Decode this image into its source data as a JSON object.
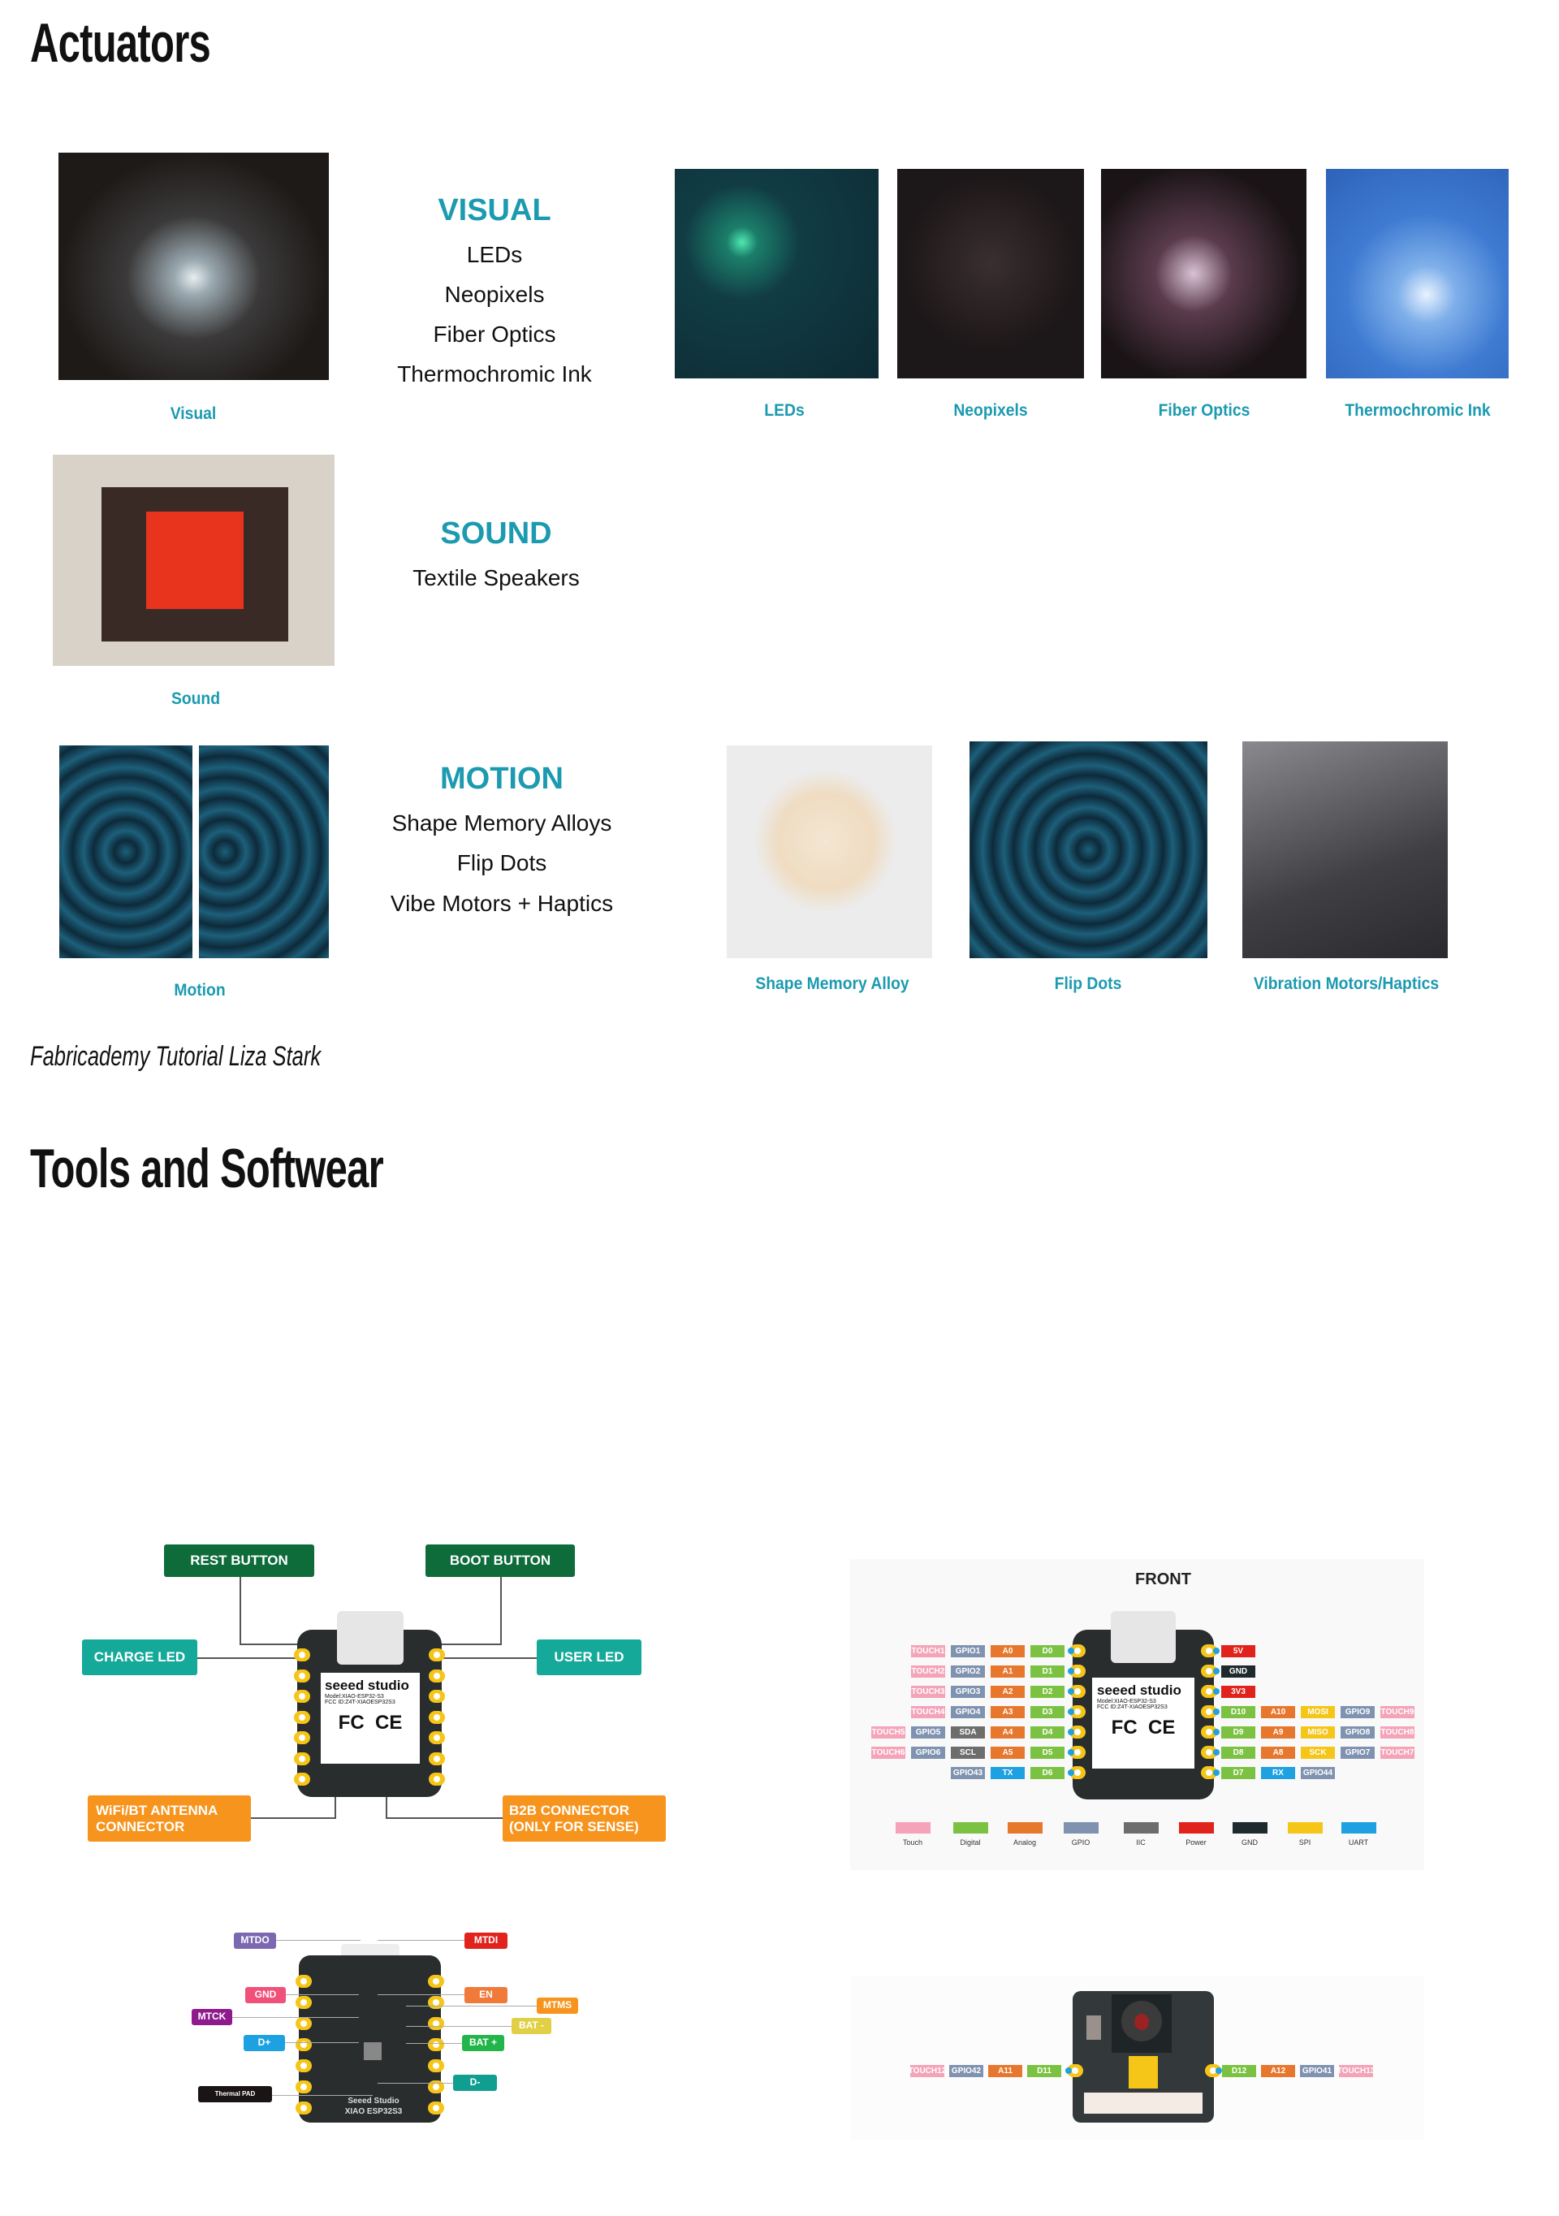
{
  "section1": {
    "title": "Actuators",
    "visual": {
      "heading": "VISUAL",
      "items": [
        "LEDs",
        "Neopixels",
        "Fiber Optics",
        "Thermochromic Ink"
      ],
      "caption": "Visual",
      "gallery": [
        "LEDs",
        "Neopixels",
        "Fiber Optics",
        "Thermochromic Ink"
      ]
    },
    "sound": {
      "heading": "SOUND",
      "items": [
        "Textile Speakers"
      ],
      "caption": "Sound"
    },
    "motion": {
      "heading": "MOTION",
      "items": [
        "Shape Memory Alloys",
        "Flip Dots",
        "Vibe Motors + Haptics"
      ],
      "caption": "Motion",
      "gallery": [
        "Shape Memory Alloy",
        "Flip Dots",
        "Vibration Motors/Haptics"
      ]
    },
    "credit": "Fabricademy Tutorial Liza Stark"
  },
  "section2": {
    "title": "Tools and Softwear",
    "board_top": {
      "rest": "REST BUTTON",
      "boot": "BOOT BUTTON",
      "charge": "CHARGE LED",
      "user": "USER LED",
      "wifi": "WiFi/BT ANTENNA CONNECTOR",
      "b2b": "B2B CONNECTOR (ONLY FOR SENSE)",
      "brand": "seeed studio",
      "model": "Model:XIAO-ESP32-S3",
      "fcc": "FCC ID:Z4T-XIAOESP32S3",
      "marks": "FC  CE"
    },
    "pinout_front": {
      "title": "FRONT",
      "brand": "seeed studio",
      "rows": [
        {
          "left": [
            [
              "TOUCH1",
              "touch"
            ],
            [
              "GPIO1",
              "gpio"
            ],
            [
              "A0",
              "analog"
            ],
            [
              "D0",
              "digital"
            ]
          ],
          "right": [
            [
              "5V",
              "power"
            ]
          ]
        },
        {
          "left": [
            [
              "TOUCH2",
              "touch"
            ],
            [
              "GPIO2",
              "gpio"
            ],
            [
              "A1",
              "analog"
            ],
            [
              "D1",
              "digital"
            ]
          ],
          "right": [
            [
              "GND",
              "gnd"
            ]
          ]
        },
        {
          "left": [
            [
              "TOUCH3",
              "touch"
            ],
            [
              "GPIO3",
              "gpio"
            ],
            [
              "A2",
              "analog"
            ],
            [
              "D2",
              "digital"
            ]
          ],
          "right": [
            [
              "3V3",
              "power"
            ]
          ]
        },
        {
          "left": [
            [
              "TOUCH4",
              "touch"
            ],
            [
              "GPIO4",
              "gpio"
            ],
            [
              "A3",
              "analog"
            ],
            [
              "D3",
              "digital"
            ]
          ],
          "right": [
            [
              "D10",
              "digital"
            ],
            [
              "A10",
              "analog"
            ],
            [
              "MOSI",
              "spi"
            ],
            [
              "GPIO9",
              "gpio"
            ],
            [
              "TOUCH9",
              "touch"
            ]
          ]
        },
        {
          "left": [
            [
              "TOUCH5",
              "touch"
            ],
            [
              "GPIO5",
              "gpio"
            ],
            [
              "SDA",
              "iic"
            ],
            [
              "A4",
              "analog"
            ],
            [
              "D4",
              "digital"
            ]
          ],
          "right": [
            [
              "D9",
              "digital"
            ],
            [
              "A9",
              "analog"
            ],
            [
              "MISO",
              "spi"
            ],
            [
              "GPIO8",
              "gpio"
            ],
            [
              "TOUCH8",
              "touch"
            ]
          ]
        },
        {
          "left": [
            [
              "TOUCH6",
              "touch"
            ],
            [
              "GPIO6",
              "gpio"
            ],
            [
              "SCL",
              "iic"
            ],
            [
              "A5",
              "analog"
            ],
            [
              "D5",
              "digital"
            ]
          ],
          "right": [
            [
              "D8",
              "digital"
            ],
            [
              "A8",
              "analog"
            ],
            [
              "SCK",
              "spi"
            ],
            [
              "GPIO7",
              "gpio"
            ],
            [
              "TOUCH7",
              "touch"
            ]
          ]
        },
        {
          "left": [
            [
              "GPIO43",
              "gpio"
            ],
            [
              "TX",
              "uart"
            ],
            [
              "D6",
              "digital"
            ]
          ],
          "right": [
            [
              "D7",
              "digital"
            ],
            [
              "RX",
              "uart"
            ],
            [
              "GPIO44",
              "gpio"
            ]
          ]
        }
      ],
      "legend": [
        [
          "Touch",
          "touch"
        ],
        [
          "Digital",
          "digital"
        ],
        [
          "Analog",
          "analog"
        ],
        [
          "GPIO",
          "gpio"
        ],
        [
          "IIC",
          "iic"
        ],
        [
          "Power",
          "power"
        ],
        [
          "GND",
          "gnd"
        ],
        [
          "SPI",
          "spi"
        ],
        [
          "UART",
          "uart"
        ]
      ]
    },
    "pinout_back": {
      "labels": {
        "mtdo": "MTDO",
        "mtdi": "MTDI",
        "gnd": "GND",
        "en": "EN",
        "mtms": "MTMS",
        "mtck": "MTCK",
        "batm": "BAT -",
        "dp": "D+",
        "batp": "BAT +",
        "dm": "D-",
        "thermal": "Thermal PAD"
      },
      "board_text": [
        "Seeed Studio",
        "XIAO ESP32S3"
      ]
    },
    "pinout_camera": {
      "left": [
        [
          "TOUCH12",
          "touch"
        ],
        [
          "GPIO42",
          "gpio"
        ],
        [
          "A11",
          "analog"
        ],
        [
          "D11",
          "digital"
        ]
      ],
      "right": [
        [
          "D12",
          "digital"
        ],
        [
          "A12",
          "analog"
        ],
        [
          "GPIO41",
          "gpio"
        ],
        [
          "TOUCH13",
          "touch"
        ]
      ]
    }
  },
  "colors": {
    "accent": "#1b9ab0",
    "touch": "#f4a3b8",
    "gpio": "#7f93b0",
    "analog": "#e8772e",
    "digital": "#7cc242",
    "iic": "#6d6d6d",
    "power": "#e0231c",
    "gnd": "#1f2a2e",
    "spi": "#f5c518",
    "uart": "#1ea1e0",
    "rest": "#0e6b3a",
    "charge": "#15a99a",
    "wifi": "#f7941d",
    "mtdo": "#7b68b0",
    "mtdi": "#e0231c",
    "gndb": "#f0507a",
    "en": "#f07a3a",
    "mtms": "#f7941d",
    "mtck": "#8e1a8e",
    "batm": "#e1cf45",
    "dp": "#1ea1e0",
    "batp": "#22b54a",
    "dm": "#109e90",
    "thermal": "#1a1414"
  }
}
